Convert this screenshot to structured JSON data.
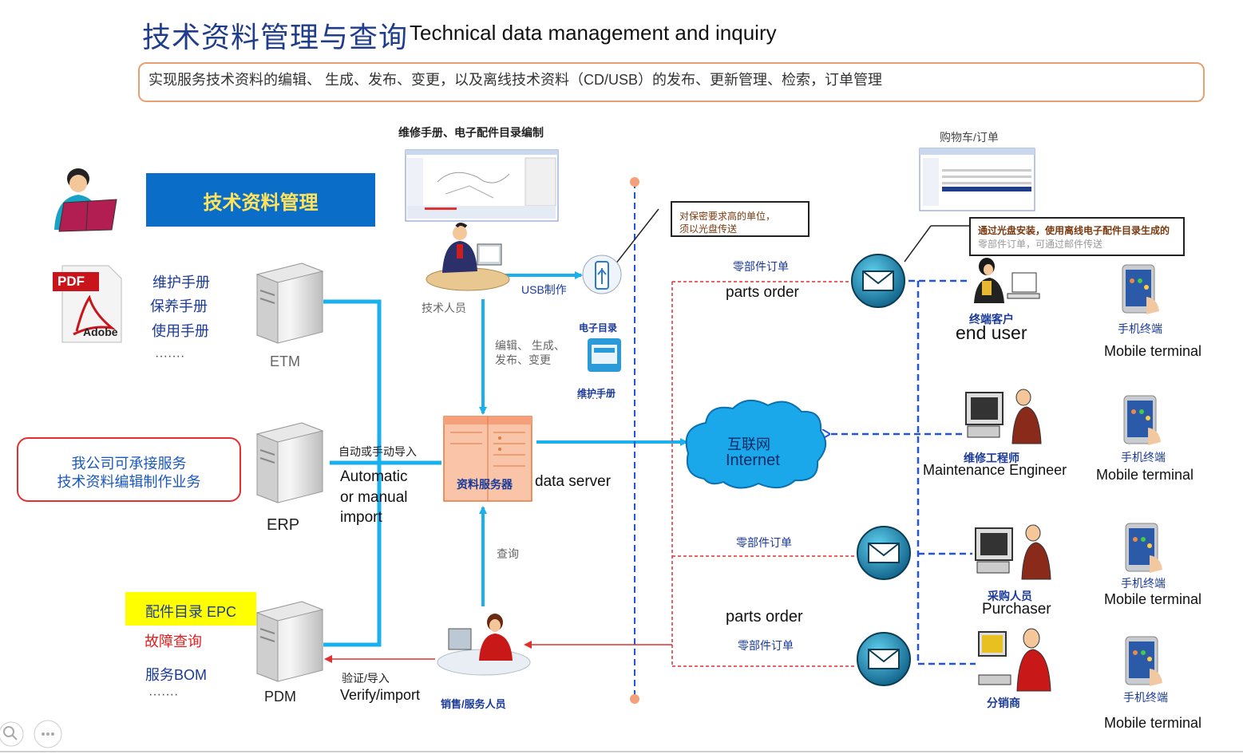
{
  "title": {
    "cn": "技术资料管理与查询",
    "en": "Technical data management and inquiry"
  },
  "subtitle": "实现服务技术资料的编辑、 生成、发布、变更，以及离线技术资料（CD/USB）的发布、更新管理、检索，订单管理",
  "left": {
    "banner": "技术资料管理",
    "manuals": [
      "维护手册",
      "保养手册",
      "使用手册",
      "·······"
    ],
    "pdf_label": "PDF",
    "adobe_label": "Adobe",
    "service_box": [
      "我公司可承接服务",
      "技术资料编辑制作业务"
    ],
    "epc": "配件目录  EPC",
    "fault": "故障查询",
    "bom": "服务BOM",
    "dots": "·······"
  },
  "servers": {
    "etm": "ETM",
    "erp": "ERP",
    "pdm": "PDM"
  },
  "center": {
    "editing_caption": "维修手册、电子配件目录编制",
    "tech_staff": "技术人员",
    "usb_make": "USB制作",
    "edit_label": [
      "编辑、 生成、",
      "发布、变更"
    ],
    "ecatalog": "电子目录",
    "maint_manual": "维护手册",
    "dots": "·······",
    "auto_import_cn": "自动或手动导入",
    "auto_import_en": [
      "Automatic",
      "or manual",
      "import"
    ],
    "server_cn": "资料服务器",
    "server_en": "data server",
    "query": "查询",
    "verify_cn": "验证/导入",
    "verify_en": "Verify/import",
    "sales_staff": "销售/服务人员"
  },
  "right": {
    "note1": [
      "对保密要求高的单位，",
      "须以光盘传送"
    ],
    "cart_caption": "购物车/订单",
    "note2": [
      "通过光盘安装，使用离线电子配件目录生成的",
      "零部件订单，可通过邮件传送"
    ],
    "parts_order_cn": "零部件订单",
    "parts_order_en": "parts order",
    "internet_cn": "互联网",
    "internet_en": "Internet",
    "end_user_cn": "终端客户",
    "end_user_en": "end user",
    "maint_cn": "维修工程师",
    "maint_en": "Maintenance Engineer",
    "purchaser_cn": "采购人员",
    "purchaser_en": "Purchaser",
    "dealer_cn": "分销商",
    "mobile_cn": "手机终端",
    "mobile_en": "Mobile terminal"
  },
  "colors": {
    "accent_blue": "#1ab0ee",
    "dash_blue": "#2255dd",
    "order_red": "#e03030",
    "server_orange": "#f5a07a",
    "title_blue": "#1f3d8a"
  }
}
